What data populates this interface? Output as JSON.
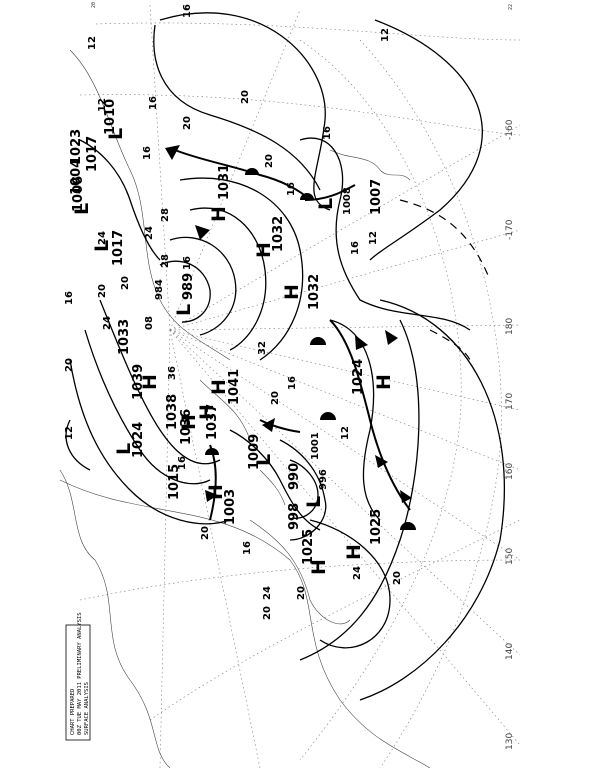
{
  "colors": {
    "background": "#ffffff",
    "ink": "#000000",
    "grid": "#777777",
    "coast": "#444444"
  },
  "caption": {
    "lines": [
      "CHART PREPARED",
      "00Z TUE MAY 2011 PRELIMINARY ANALYSIS",
      "SURFACE ANALYSIS"
    ]
  },
  "longitude_labels": [
    "-160",
    "-170",
    "180",
    "170",
    "160",
    "150",
    "140",
    "130"
  ],
  "small_labels": [
    "20",
    "22"
  ],
  "lows": [
    {
      "symbol": "L",
      "value": "1010"
    },
    {
      "symbol": "L",
      "value": "1017"
    },
    {
      "symbol": "L",
      "value": "1006"
    },
    {
      "symbol": "L",
      "value": "1017"
    },
    {
      "symbol": "L",
      "value": "989"
    },
    {
      "symbol": "L",
      "value": "1009"
    },
    {
      "symbol": "L",
      "value": "996"
    },
    {
      "symbol": "L",
      "value": "1008"
    },
    {
      "symbol": "L",
      "value": "1024"
    }
  ],
  "highs": [
    {
      "symbol": "H",
      "value": "1031"
    },
    {
      "symbol": "H",
      "value": "1032"
    },
    {
      "symbol": "H",
      "value": "1032"
    },
    {
      "symbol": "H",
      "value": "1024"
    },
    {
      "symbol": "H",
      "value": "1041"
    },
    {
      "symbol": "H",
      "value": "1039"
    },
    {
      "symbol": "H",
      "value": "1037"
    },
    {
      "symbol": "H",
      "value": "1036"
    },
    {
      "symbol": "H",
      "value": "1038"
    },
    {
      "symbol": "H",
      "value": "1025"
    },
    {
      "symbol": "H",
      "value": "1025"
    },
    {
      "symbol": "H",
      "value": "1003"
    }
  ],
  "pressure_labels": [
    "1004",
    "1023",
    "1033",
    "1015",
    "998",
    "990",
    "1007",
    "984",
    "1001"
  ],
  "wind_labels": [
    "16",
    "12",
    "16",
    "12",
    "20",
    "20",
    "16",
    "16",
    "12",
    "20",
    "16",
    "24",
    "28",
    "24",
    "20",
    "12",
    "16",
    "32",
    "36",
    "16",
    "20",
    "12",
    "24",
    "20",
    "16",
    "20",
    "12",
    "20",
    "24",
    "20",
    "16",
    "20",
    "28",
    "20",
    "24",
    "16",
    "08",
    "16"
  ]
}
